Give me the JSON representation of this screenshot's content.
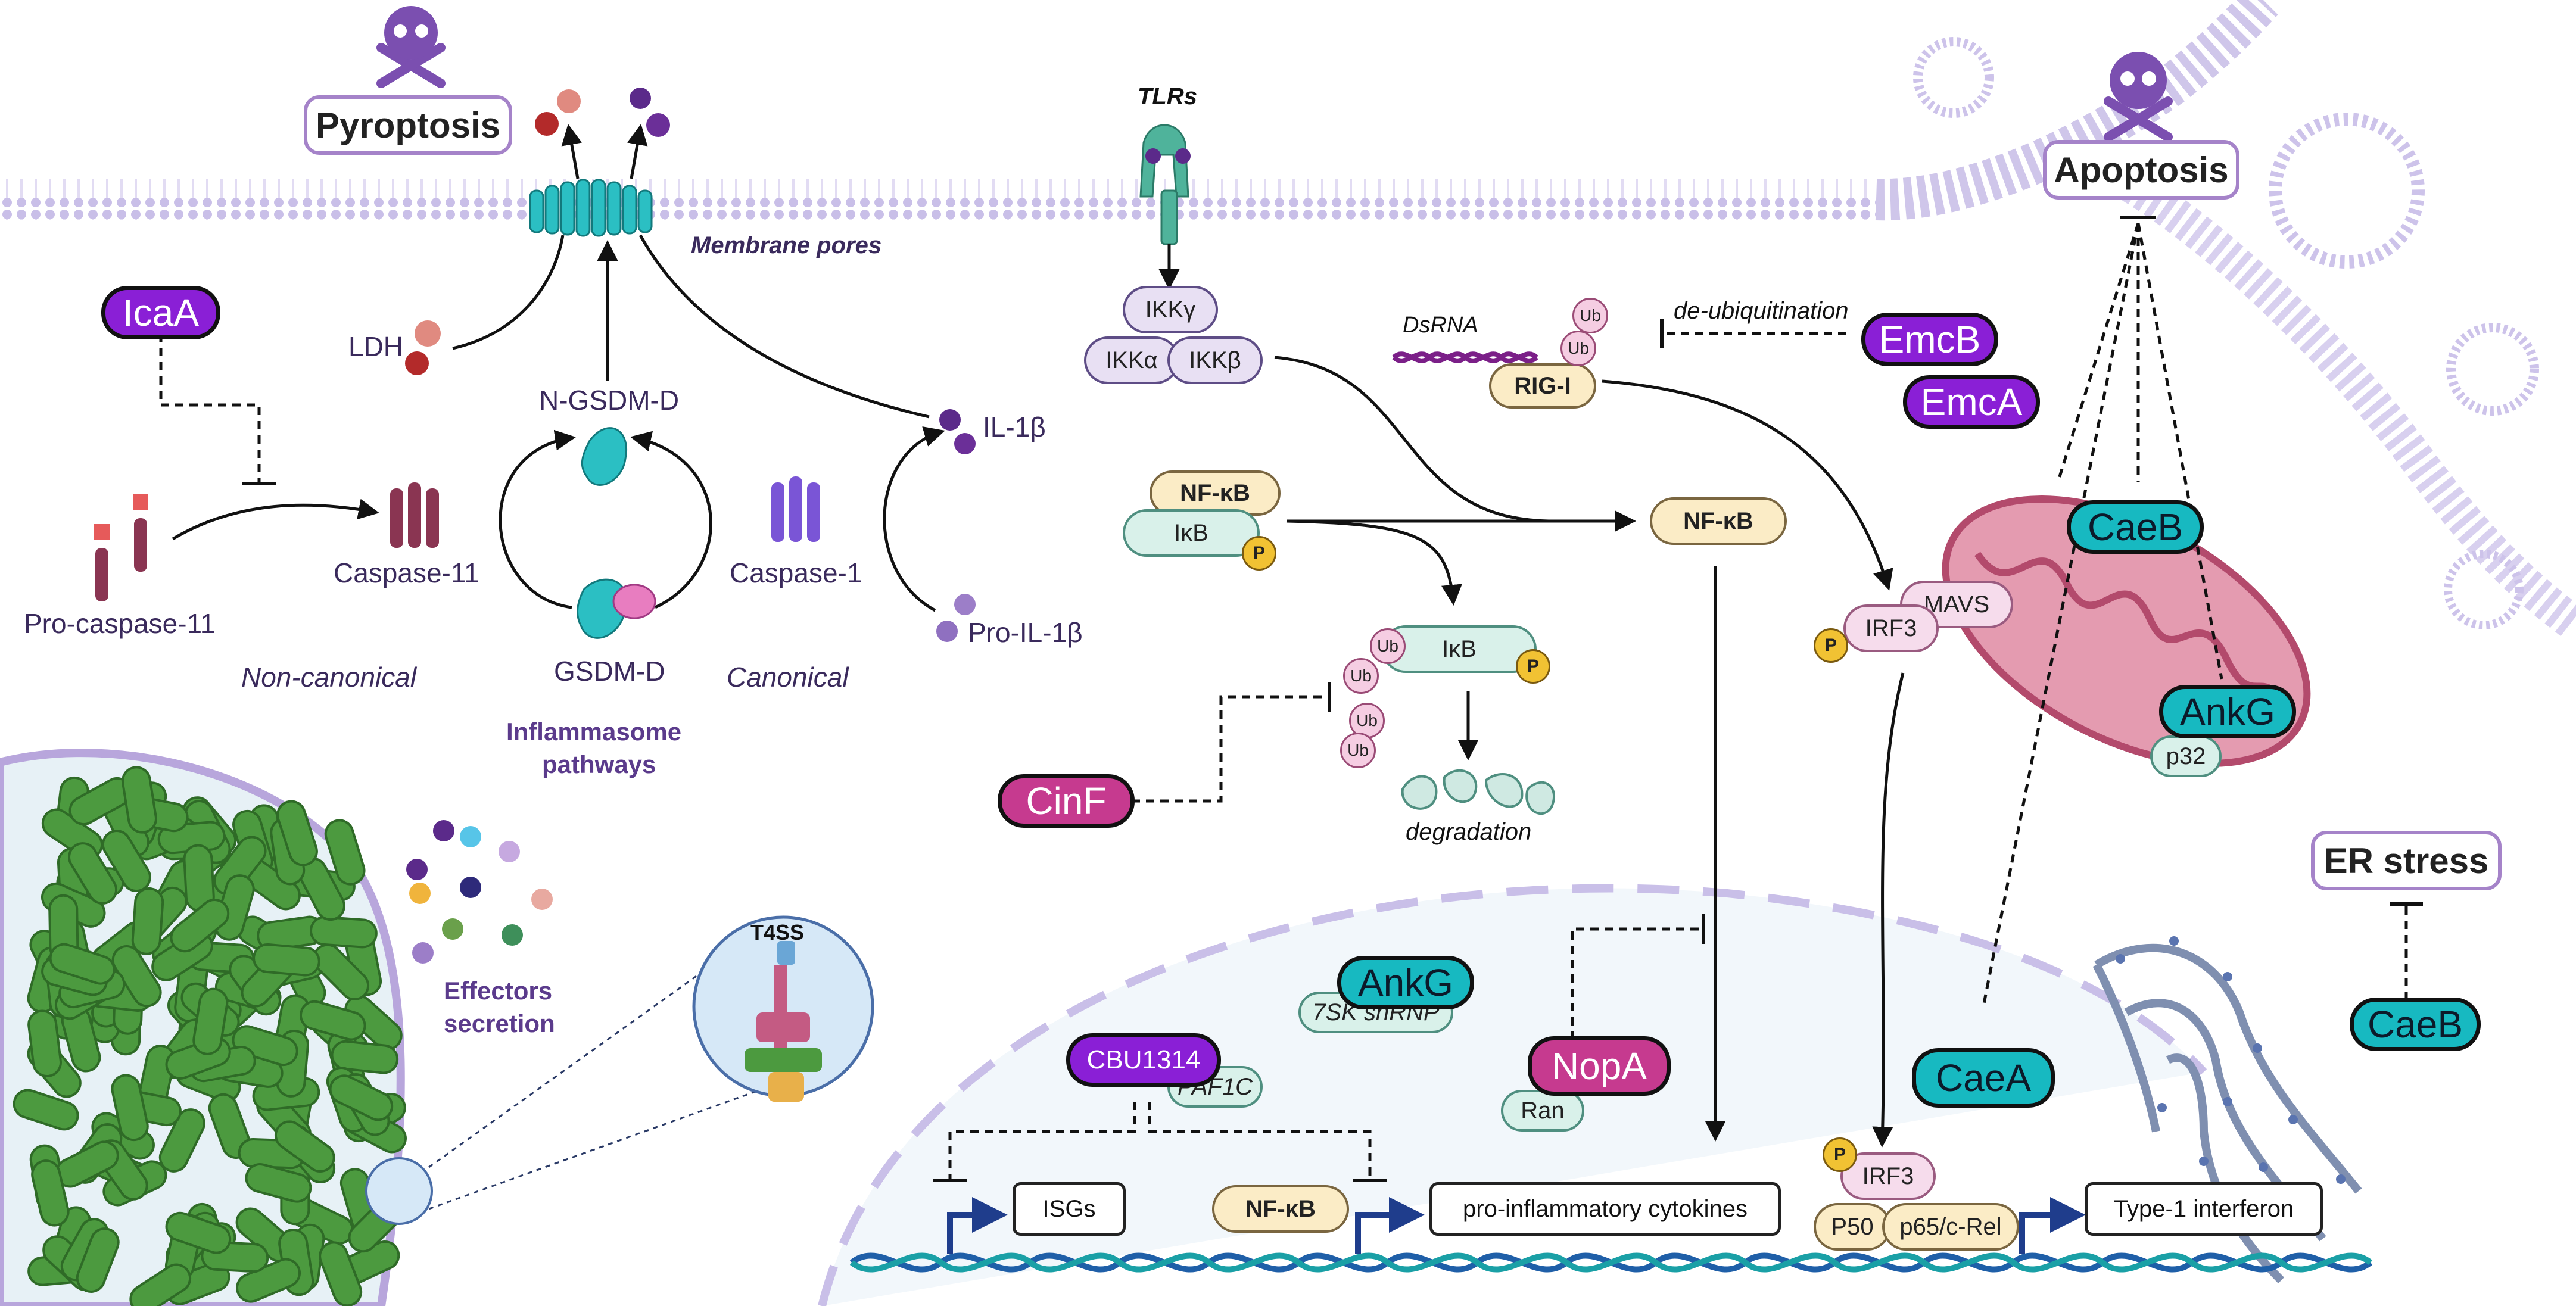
{
  "figure": {
    "pyroptosis": "Pyroptosis",
    "apoptosis": "Apoptosis",
    "er_stress": "ER stress",
    "membrane_pores": "Membrane pores",
    "ldh": "LDH",
    "n_gsdm_d": "N-GSDM-D",
    "gsdm_d": "GSDM-D",
    "caspase_11": "Caspase-11",
    "pro_caspase_11": "Pro-caspase-11",
    "caspase_1": "Caspase-1",
    "il_1b": "IL-1β",
    "pro_il_1b": "Pro-IL-1β",
    "non_canonical": "Non-canonical",
    "canonical": "Canonical",
    "inflammasome_line1": "Inflammasome",
    "inflammasome_line2": "pathways",
    "effectors_line1": "Effectors",
    "effectors_line2": "secretion",
    "t4ss": "T4SS",
    "tlrs": "TLRs",
    "ikk_gamma": "IKKγ",
    "ikk_alpha": "IKKα",
    "ikk_beta": "IKKβ",
    "dsrna": "DsRNA",
    "rig_i": "RIG-I",
    "de_ubiquitination": "de-ubiquitination",
    "nfkb": "NF-κB",
    "ikb": "IκB",
    "p": "P",
    "ub": "Ub",
    "degradation": "degradation",
    "mavs": "MAVS",
    "irf3": "IRF3",
    "p32": "p32",
    "tsk_snrnp": "7SK snRNP",
    "paf1c": "PAF1C",
    "ran": "Ran",
    "isgs": "ISGs",
    "pro_inflammatory": "pro-inflammatory cytokines",
    "type1_ifn": "Type-1 interferon",
    "p50": "P50",
    "p65": "p65/c-Rel"
  },
  "effectors": {
    "icaa": "IcaA",
    "emcb": "EmcB",
    "emca": "EmcA",
    "cinf": "CinF",
    "caeb": "CaeB",
    "ankg": "AnkG",
    "caea": "CaeA",
    "nopa": "NopA",
    "cbu1314": "CBU1314"
  },
  "colors": {
    "purple_effector": "#8a1fd6",
    "magenta_effector": "#c63a8f",
    "cyan_effector": "#17b9c1",
    "membrane": "#b8aee0",
    "bacteria": "#4c9a3f",
    "mitochondria": "#d66b8a"
  }
}
